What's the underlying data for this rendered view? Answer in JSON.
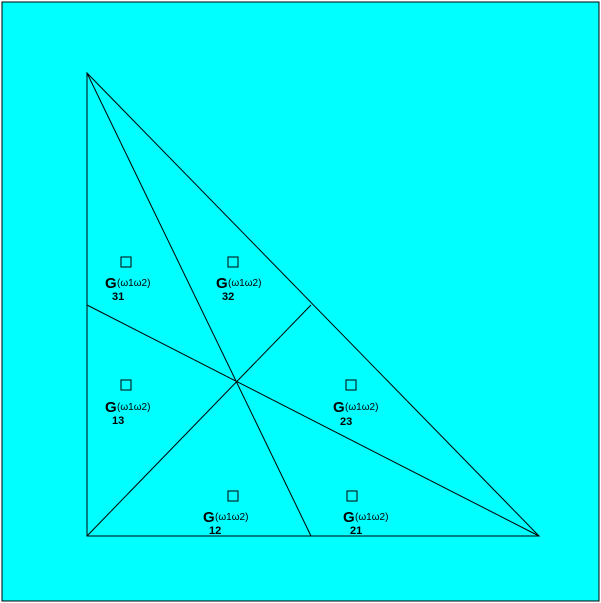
{
  "colors": {
    "background": "#00ffff",
    "frame": "#000000",
    "lines": "#000000"
  },
  "regions": [
    {
      "id": "31",
      "main": "G",
      "arg": "(ω1ω2)",
      "sub": "31"
    },
    {
      "id": "32",
      "main": "G",
      "arg": "(ω1ω2)",
      "sub": "32"
    },
    {
      "id": "13",
      "main": "G",
      "arg": "(ω1ω2)",
      "sub": "13"
    },
    {
      "id": "23",
      "main": "G",
      "arg": "(ω1ω2)",
      "sub": "23"
    },
    {
      "id": "12",
      "main": "G",
      "arg": "(ω1ω2)",
      "sub": "12"
    },
    {
      "id": "21",
      "main": "G",
      "arg": "(ω1ω2)",
      "sub": "21"
    }
  ]
}
